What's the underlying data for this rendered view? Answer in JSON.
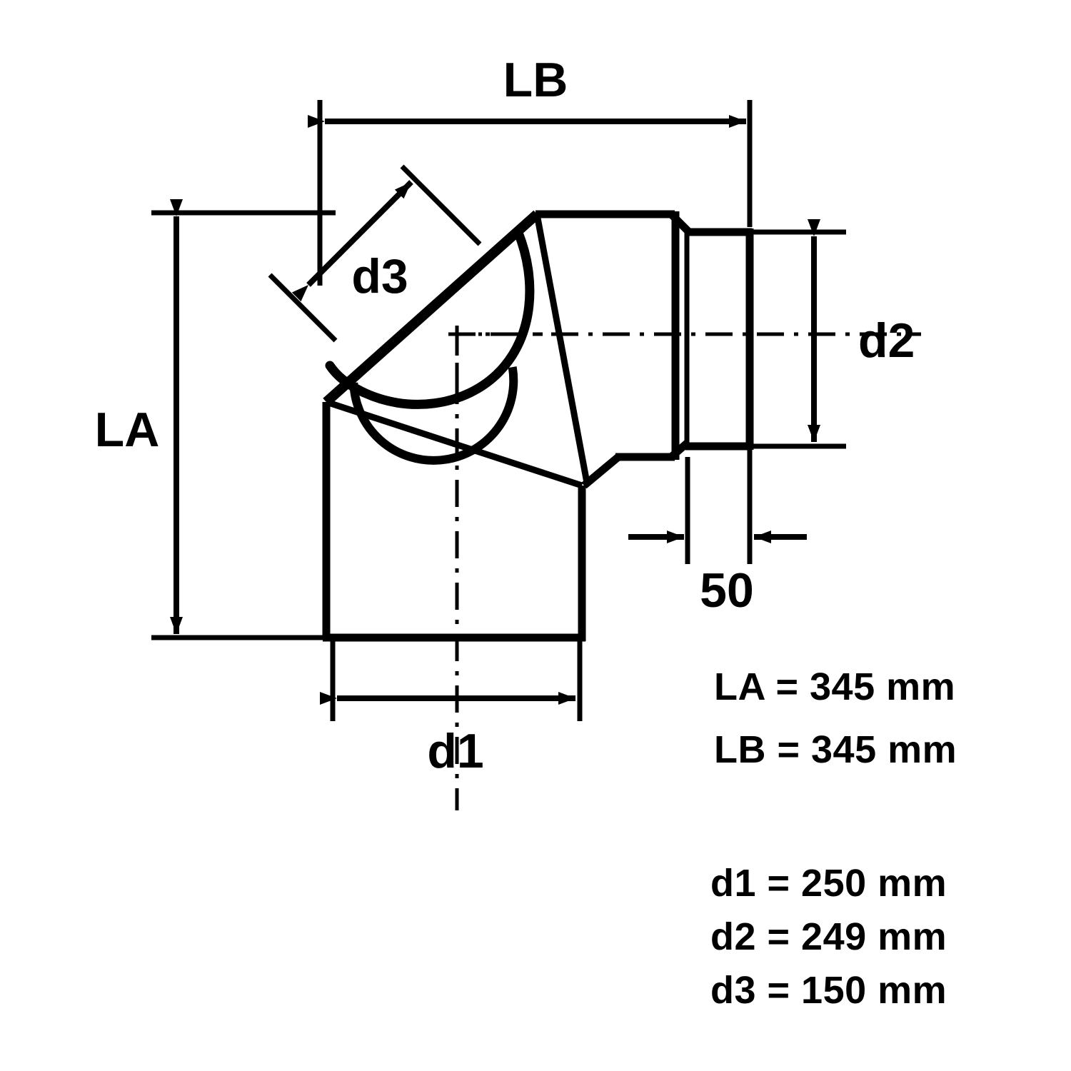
{
  "drawing": {
    "title": "Chimney elbow with inspection branch - dimensioned technical drawing",
    "line_color": "#000000",
    "background_color": "#ffffff"
  },
  "dimensions": {
    "lb": {
      "label": "LB"
    },
    "la": {
      "label": "LA"
    },
    "d1": {
      "label": "d1"
    },
    "d2": {
      "label": "d2"
    },
    "d3": {
      "label": "d3"
    },
    "wall": {
      "label": "50"
    }
  },
  "legend": {
    "group_a": [
      {
        "name": "LA",
        "separator": "=",
        "value": "345",
        "unit": "mm",
        "text": "LA = 345 mm"
      },
      {
        "name": "LB",
        "separator": "=",
        "value": "345",
        "unit": "mm",
        "text": "LB = 345 mm"
      }
    ],
    "group_b": [
      {
        "name": "d1",
        "separator": "=",
        "value": "250",
        "unit": "mm",
        "text": "d1 = 250 mm"
      },
      {
        "name": "d2",
        "separator": "=",
        "value": "249",
        "unit": "mm",
        "text": "d2 = 249 mm"
      },
      {
        "name": "d3",
        "separator": "=",
        "value": "150",
        "unit": "mm",
        "text": "d3 =  150 mm"
      }
    ]
  },
  "chart_data": {
    "type": "table",
    "title": "Dimension table",
    "categories": [
      "LA",
      "LB",
      "d1",
      "d2",
      "d3",
      "50"
    ],
    "values": [
      345,
      345,
      250,
      249,
      150,
      50
    ],
    "units": "mm",
    "xlabel": "",
    "ylabel": ""
  }
}
